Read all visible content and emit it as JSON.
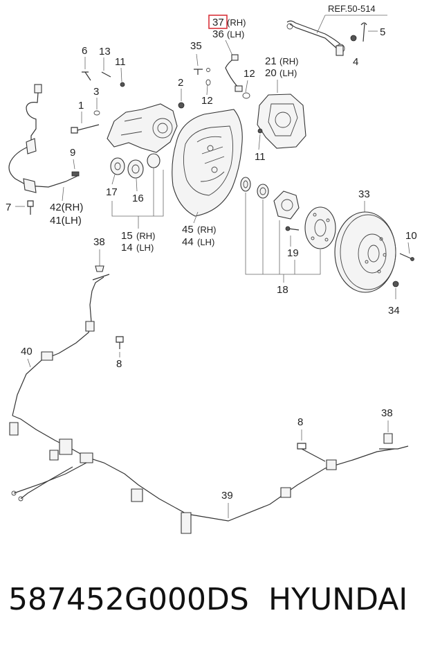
{
  "diagram": {
    "reference": "REF.50-514",
    "highlight_color": "#d9323a",
    "callouts": {
      "p37": "37",
      "p37_side": "(RH)",
      "p36": "36",
      "p36_side": "(LH)",
      "p35": "35",
      "p12a": "12",
      "p12b": "12",
      "p21": "21",
      "p21_side": "(RH)",
      "p20": "20",
      "p20_side": "(LH)",
      "p5": "5",
      "p4": "4",
      "p6": "6",
      "p13": "13",
      "p11a": "11",
      "p11b": "11",
      "p3": "3",
      "p2": "2",
      "p1": "1",
      "p9": "9",
      "p17": "17",
      "p16": "16",
      "p7": "7",
      "p42": "42(RH)",
      "p41": "41(LH)",
      "p15": "15",
      "p15_side": "(RH)",
      "p14": "14",
      "p14_side": "(LH)",
      "p45": "45",
      "p45_side": "(RH)",
      "p44": "44",
      "p44_side": "(LH)",
      "p33": "33",
      "p10": "10",
      "p19": "19",
      "p18": "18",
      "p34": "34",
      "p38a": "38",
      "p8a": "8",
      "p40": "40",
      "p8b": "8",
      "p38b": "38",
      "p39": "39"
    }
  },
  "footer": {
    "part_number": "587452G000DS",
    "brand": "HYUNDAI"
  }
}
